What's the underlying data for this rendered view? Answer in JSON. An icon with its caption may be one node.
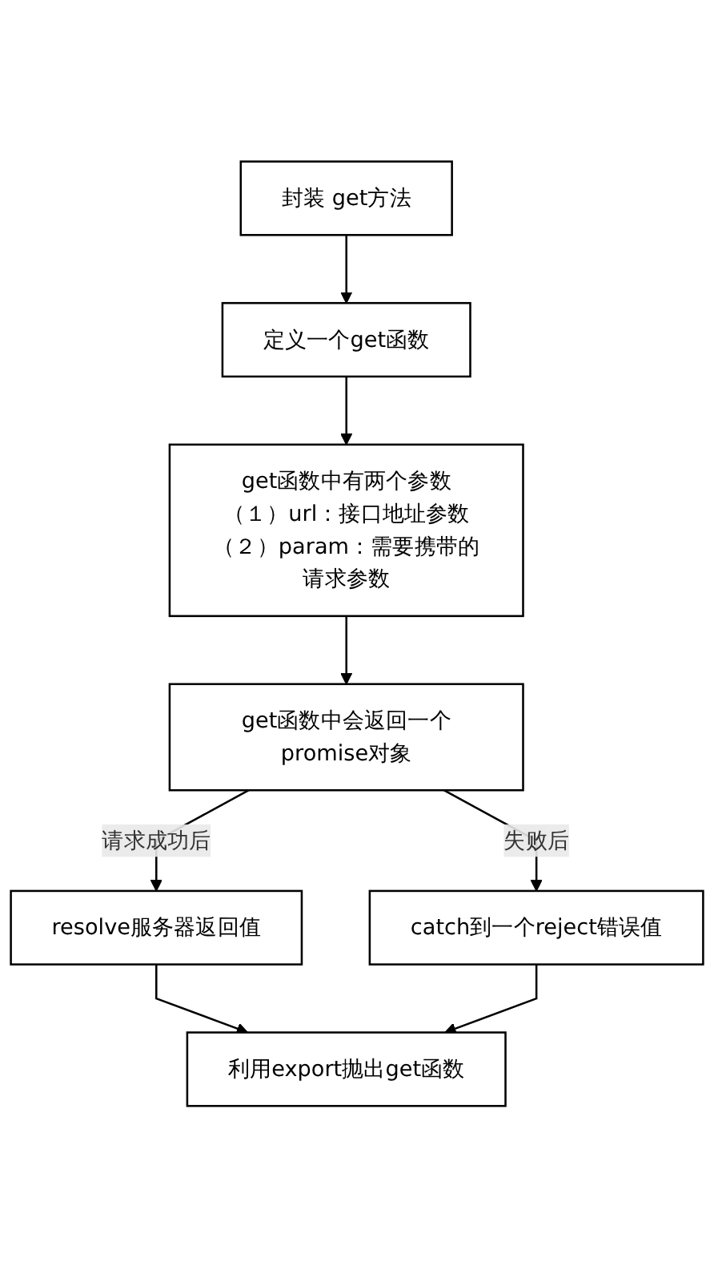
{
  "diagram": {
    "nodes": [
      {
        "text": [
          "封装 get方法"
        ]
      },
      {
        "text": [
          "定义一个get函数"
        ]
      },
      {
        "text": [
          "get函数中有两个参数",
          "（１）url：接口地址参数",
          "（２）param：需要携带的请求参数"
        ]
      },
      {
        "text": [
          "get函数中会返回一个promise对象"
        ]
      },
      {
        "text": [
          "resolve服务器返回值"
        ]
      },
      {
        "text": [
          "catch到一个reject错误值"
        ]
      },
      {
        "text": [
          "利用export抛出get函数"
        ]
      }
    ],
    "edges": [
      {
        "from": 0,
        "to": 1,
        "arrow": "to"
      },
      {
        "from": 1,
        "to": 2,
        "arrow": "to"
      },
      {
        "from": 2,
        "to": 3,
        "arrow": "to"
      },
      {
        "from": 3,
        "to": 4,
        "arrow": "to",
        "label": "请求成功后"
      },
      {
        "from": 3,
        "to": 5,
        "arrow": "to",
        "label": "失败后"
      },
      {
        "from": 4,
        "to": 6,
        "arrow": "to"
      },
      {
        "from": 5,
        "to": 6,
        "arrow": "to"
      }
    ]
  }
}
